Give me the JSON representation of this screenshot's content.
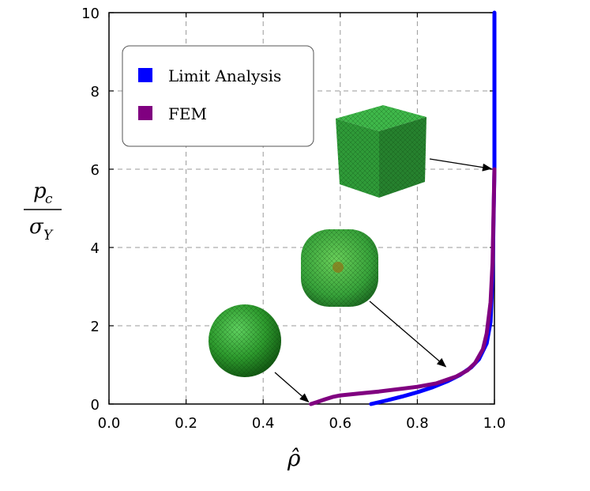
{
  "chart_data": {
    "type": "line",
    "xlabel": "ρ̂",
    "ylabel": {
      "numerator": "p",
      "numerator_sub": "c",
      "denominator": "σ",
      "denominator_sub": "Y"
    },
    "xlim": [
      0.0,
      1.0
    ],
    "ylim": [
      0,
      10
    ],
    "x_ticks": [
      "0.0",
      "0.2",
      "0.4",
      "0.6",
      "0.8",
      "1.0"
    ],
    "y_ticks": [
      "0",
      "2",
      "4",
      "6",
      "8",
      "10"
    ],
    "grid": true,
    "legend_position": "top-left",
    "series": [
      {
        "name": "Limit Analysis",
        "color": "#0000ff",
        "points": [
          [
            0.68,
            0.0
          ],
          [
            0.72,
            0.09
          ],
          [
            0.76,
            0.19
          ],
          [
            0.8,
            0.3
          ],
          [
            0.84,
            0.43
          ],
          [
            0.88,
            0.59
          ],
          [
            0.91,
            0.74
          ],
          [
            0.94,
            0.94
          ],
          [
            0.96,
            1.15
          ],
          [
            0.98,
            1.55
          ],
          [
            0.99,
            2.1
          ],
          [
            0.995,
            3.2
          ],
          [
            1.0,
            6.0
          ],
          [
            1.0,
            10.0
          ]
        ]
      },
      {
        "name": "FEM",
        "color": "#800080",
        "points": [
          [
            0.524,
            0.0
          ],
          [
            0.54,
            0.05
          ],
          [
            0.56,
            0.12
          ],
          [
            0.58,
            0.18
          ],
          [
            0.6,
            0.22
          ],
          [
            0.65,
            0.27
          ],
          [
            0.7,
            0.32
          ],
          [
            0.75,
            0.38
          ],
          [
            0.8,
            0.44
          ],
          [
            0.85,
            0.53
          ],
          [
            0.9,
            0.7
          ],
          [
            0.93,
            0.86
          ],
          [
            0.95,
            1.05
          ],
          [
            0.97,
            1.4
          ],
          [
            0.98,
            1.8
          ],
          [
            0.99,
            2.6
          ],
          [
            0.995,
            3.6
          ],
          [
            1.0,
            6.0
          ]
        ]
      }
    ],
    "annotations": [
      {
        "shape": "sphere",
        "target": [
          0.524,
          0.0
        ]
      },
      {
        "shape": "rounded-cube",
        "target": [
          0.88,
          0.9
        ]
      },
      {
        "shape": "cube",
        "target": [
          1.0,
          6.0
        ]
      }
    ]
  }
}
